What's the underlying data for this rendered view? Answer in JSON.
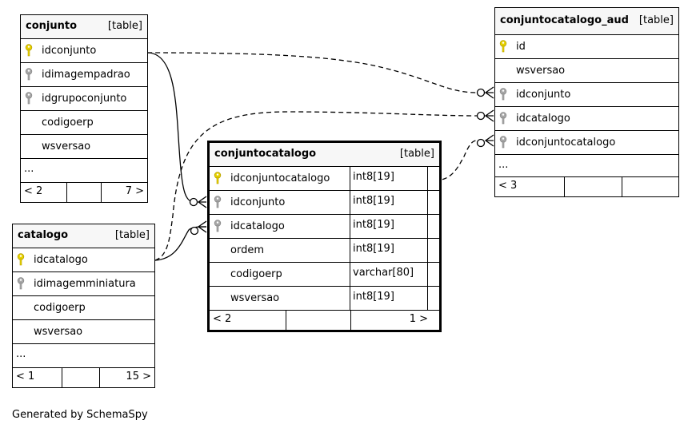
{
  "tables": {
    "conjunto": {
      "name": "conjunto",
      "tag": "[table]",
      "columns": [
        "idconjunto",
        "idimagempadrao",
        "idgrupoconjunto",
        "codigoerp",
        "wsversao"
      ],
      "keys": [
        "primary-key-icon",
        "foreign-key-icon",
        "foreign-key-icon",
        "",
        ""
      ],
      "more": "...",
      "footer": {
        "left": "< 2",
        "right": "7 >"
      }
    },
    "catalogo": {
      "name": "catalogo",
      "tag": "[table]",
      "columns": [
        "idcatalogo",
        "idimagemminiatura",
        "codigoerp",
        "wsversao"
      ],
      "keys": [
        "primary-key-icon",
        "foreign-key-icon",
        "",
        ""
      ],
      "more": "...",
      "footer": {
        "left": "< 1",
        "right": "15 >"
      }
    },
    "conjuntocatalogo": {
      "name": "conjuntocatalogo",
      "tag": "[table]",
      "columns": [
        "idconjuntocatalogo",
        "idconjunto",
        "idcatalogo",
        "ordem",
        "codigoerp",
        "wsversao"
      ],
      "types": [
        "int8[19]",
        "int8[19]",
        "int8[19]",
        "int8[19]",
        "varchar[80]",
        "int8[19]"
      ],
      "keys": [
        "primary-key-icon",
        "foreign-key-icon",
        "foreign-key-icon",
        "",
        "",
        ""
      ],
      "footer": {
        "left": "< 2",
        "right": "1 >"
      }
    },
    "conjuntocatalogo_aud": {
      "name": "conjuntocatalogo_aud",
      "tag": "[table]",
      "columns": [
        "id",
        "wsversao",
        "idconjunto",
        "idcatalogo",
        "idconjuntocatalogo"
      ],
      "keys": [
        "primary-key-icon",
        "",
        "foreign-key-icon",
        "foreign-key-icon",
        "foreign-key-icon"
      ],
      "more": "...",
      "footer": {
        "left": "< 3"
      }
    }
  },
  "colors": {
    "primary_key": "#e8d200",
    "foreign_key": "#a8a8a8",
    "header_bg": "#f7f7f7"
  },
  "footer_text": "Generated by SchemaSpy"
}
